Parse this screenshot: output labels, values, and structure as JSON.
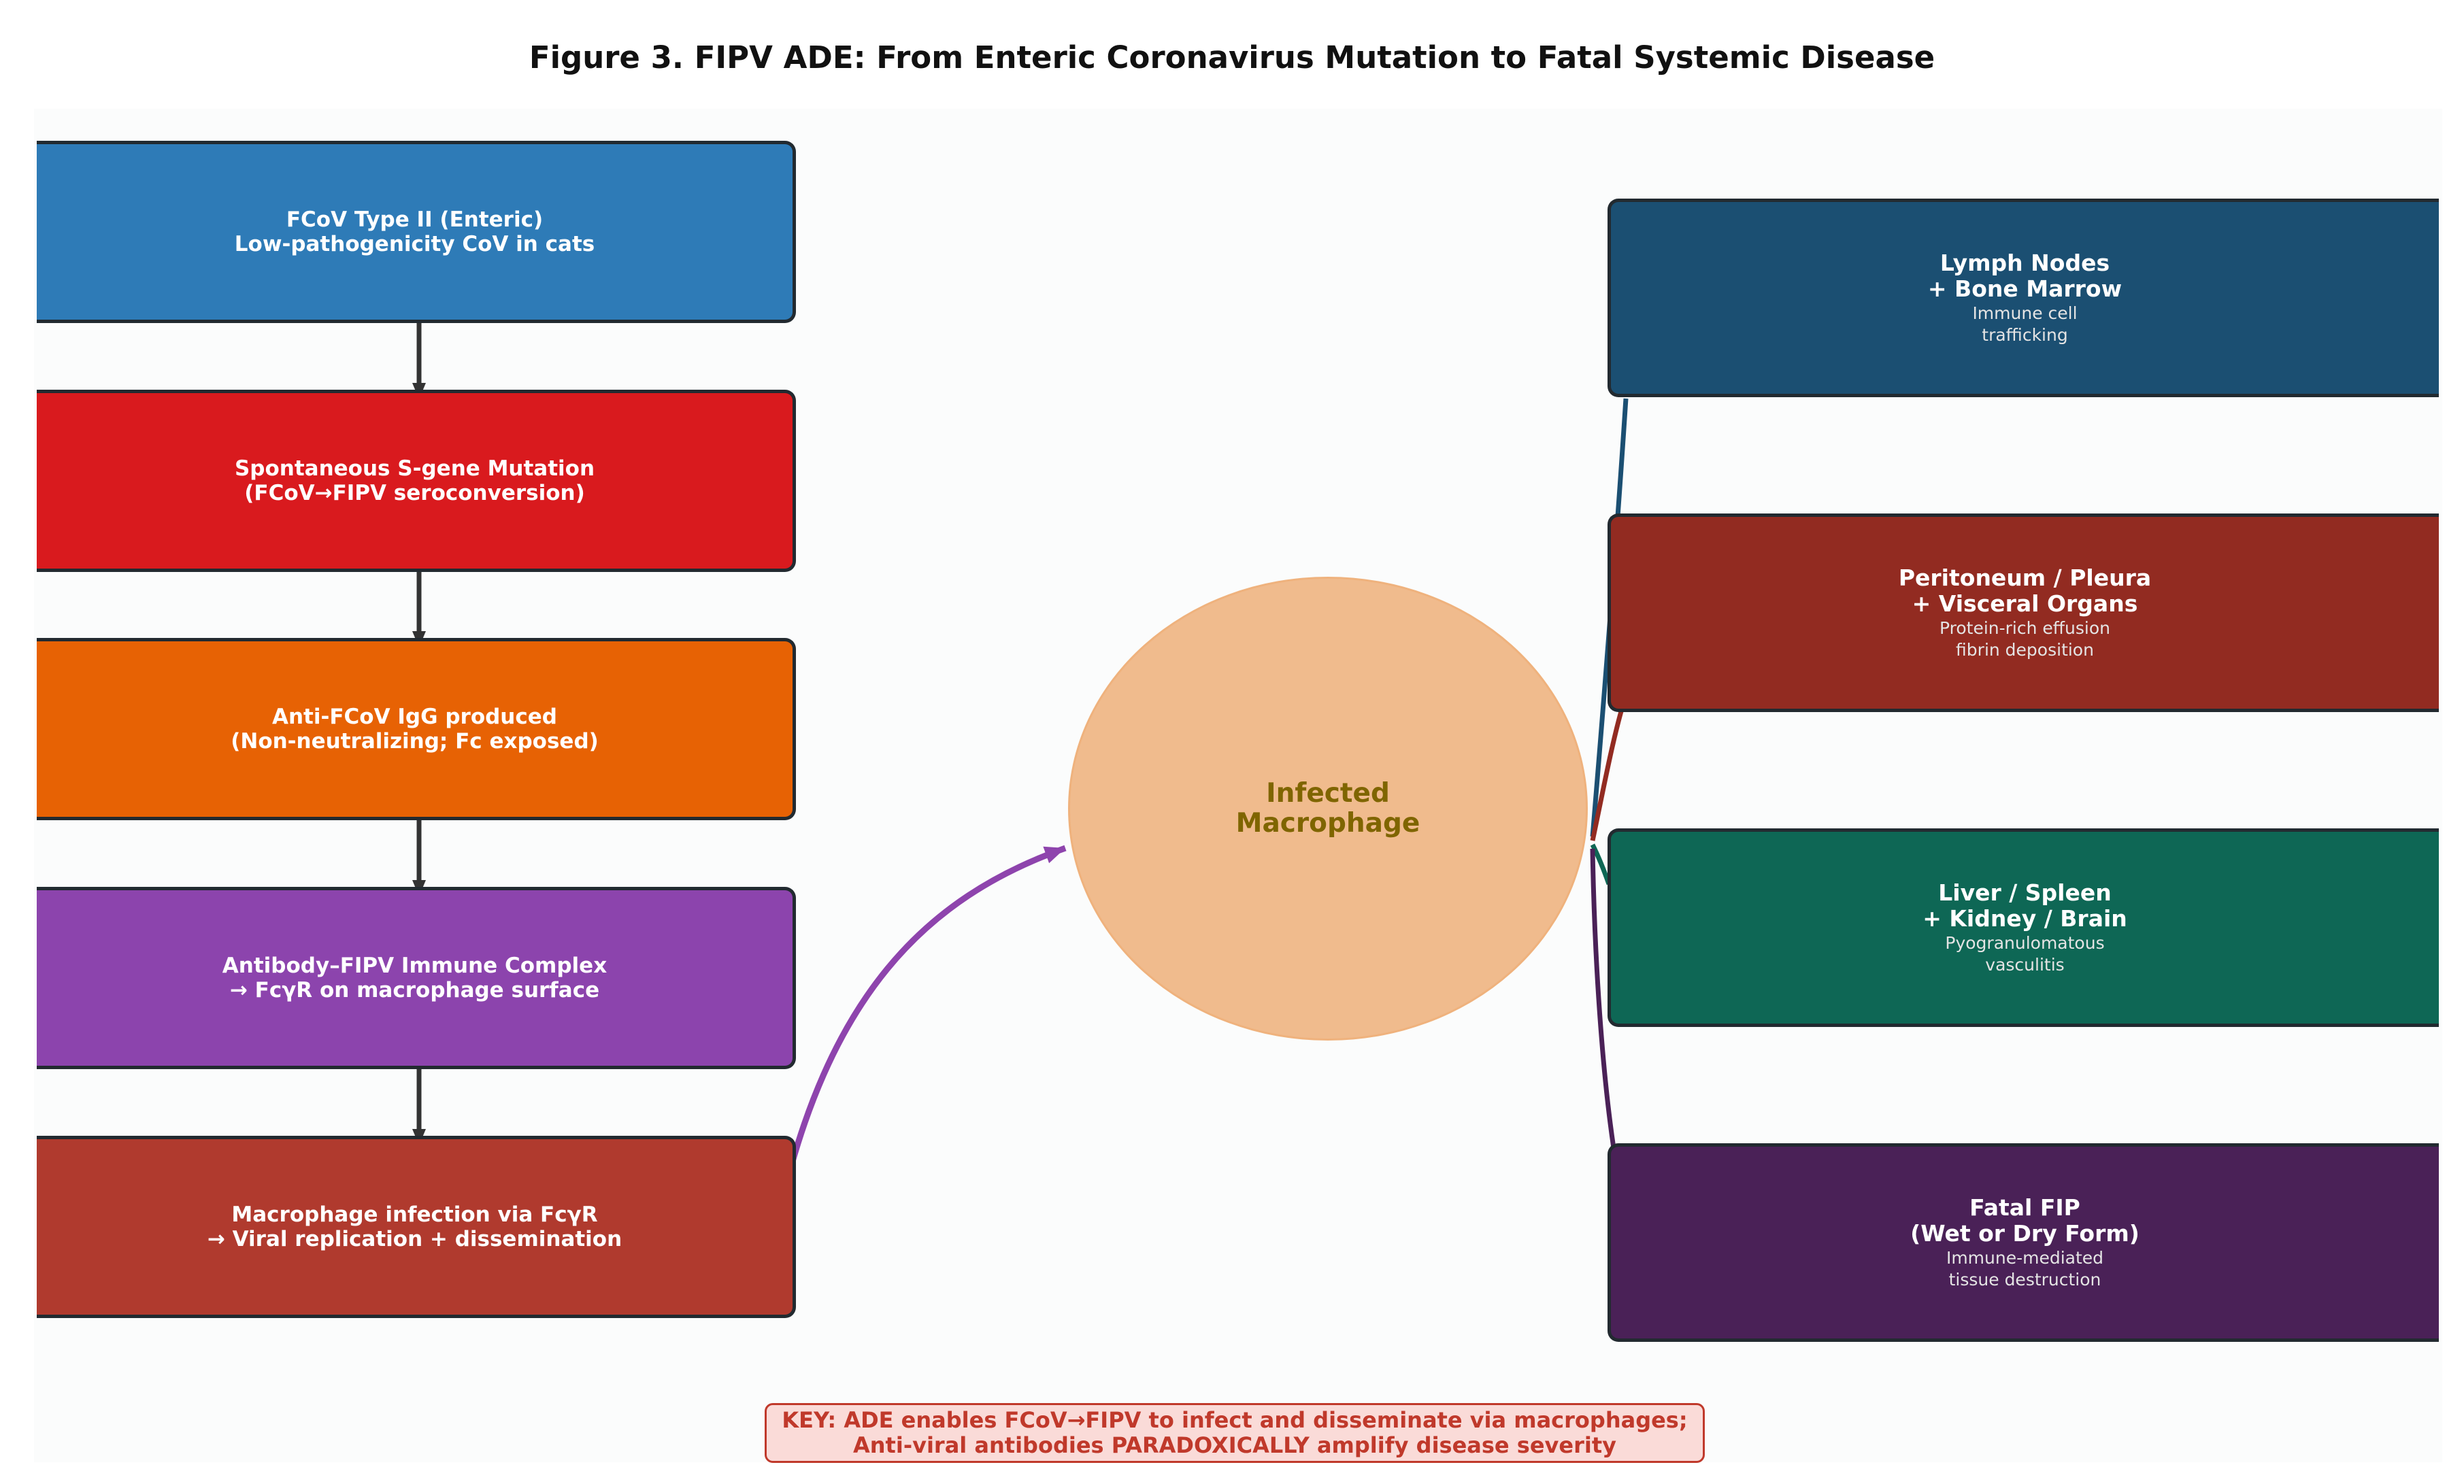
{
  "title": "Figure 3. FIPV ADE: From Enteric Coronavirus Mutation to Fatal Systemic Disease",
  "steps": [
    {
      "lines": [
        "FCoV Type II (Enteric)",
        "Low-pathogenicity CoV in cats"
      ],
      "color": "#2e7bb7"
    },
    {
      "lines": [
        "Spontaneous S-gene Mutation",
        "(FCoV→FIPV seroconversion)"
      ],
      "color": "#d91a1e"
    },
    {
      "lines": [
        "Anti-FCoV IgG produced",
        "(Non-neutralizing; Fc exposed)"
      ],
      "color": "#e76204"
    },
    {
      "lines": [
        "Antibody–FIPV Immune Complex",
        "→ FcγR on macrophage surface"
      ],
      "color": "#8c44ad"
    },
    {
      "lines": [
        "Macrophage infection via FcγR",
        "→ Viral replication + dissemination"
      ],
      "color": "#b03a2e"
    }
  ],
  "hub": {
    "lines": [
      "Infected",
      "Macrophage"
    ],
    "color": "#f0bb8d",
    "text_color": "#7f6500"
  },
  "targets": [
    {
      "heading": [
        "Lymph Nodes",
        "+ Bone Marrow"
      ],
      "sub": [
        "Immune cell",
        "trafficking"
      ],
      "color": "#1b4f72",
      "link_color": "#1b4f72"
    },
    {
      "heading": [
        "Peritoneum / Pleura",
        "+ Visceral Organs"
      ],
      "sub": [
        "Protein-rich effusion",
        "fibrin deposition"
      ],
      "color": "#922b21",
      "link_color": "#922b21"
    },
    {
      "heading": [
        "Liver / Spleen",
        "+ Kidney / Brain"
      ],
      "sub": [
        "Pyogranulomatous",
        "vasculitis"
      ],
      "color": "#0e6755",
      "link_color": "#0e6755"
    },
    {
      "heading": [
        "Fatal FIP",
        "(Wet or Dry Form)"
      ],
      "sub": [
        "Immune-mediated",
        "tissue destruction"
      ],
      "color": "#4a2157",
      "link_color": "#4a2157"
    }
  ],
  "key": {
    "lines": [
      "KEY: ADE enables FCoV→FIPV to infect and disseminate via macrophages;",
      "Anti-viral antibodies PARADOXICALLY amplify disease severity"
    ],
    "color": "#c0392b"
  },
  "colors": {
    "step_arrow": "#333333",
    "entry_arrow": "#8e44ad"
  }
}
